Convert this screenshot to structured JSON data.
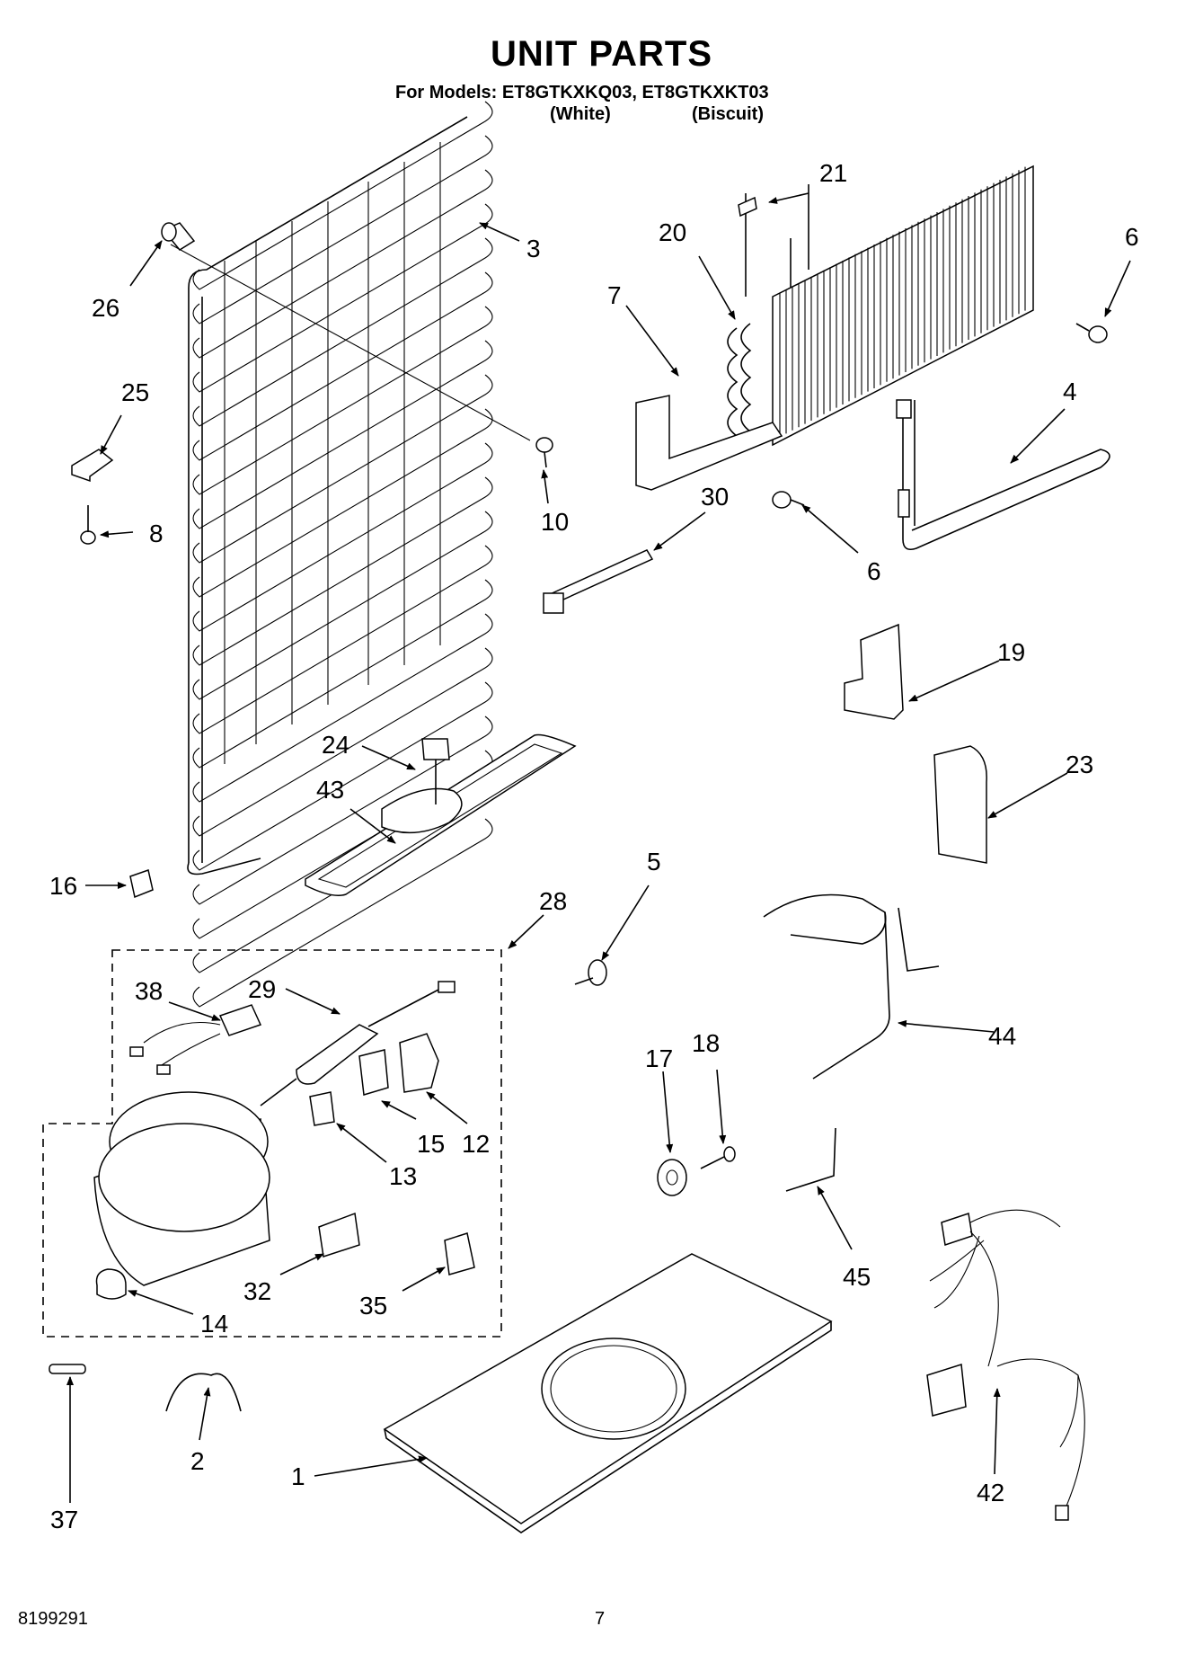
{
  "header": {
    "title": "UNIT PARTS",
    "models_line": "For Models: ET8GTKXKQ03, ET8GTKXKT03",
    "variant_1": "(White)",
    "variant_2": "(Biscuit)"
  },
  "footer": {
    "doc_number": "8199291",
    "page_number": "7"
  },
  "callouts": [
    {
      "id": "c21",
      "label": "21"
    },
    {
      "id": "c20",
      "label": "20"
    },
    {
      "id": "c6a",
      "label": "6"
    },
    {
      "id": "c3",
      "label": "3"
    },
    {
      "id": "c26",
      "label": "26"
    },
    {
      "id": "c7",
      "label": "7"
    },
    {
      "id": "c4",
      "label": "4"
    },
    {
      "id": "c25",
      "label": "25"
    },
    {
      "id": "c10",
      "label": "10"
    },
    {
      "id": "c8",
      "label": "8"
    },
    {
      "id": "c30",
      "label": "30"
    },
    {
      "id": "c6b",
      "label": "6"
    },
    {
      "id": "c19",
      "label": "19"
    },
    {
      "id": "c24",
      "label": "24"
    },
    {
      "id": "c43",
      "label": "43"
    },
    {
      "id": "c23",
      "label": "23"
    },
    {
      "id": "c16",
      "label": "16"
    },
    {
      "id": "c5",
      "label": "5"
    },
    {
      "id": "c28",
      "label": "28"
    },
    {
      "id": "c38",
      "label": "38"
    },
    {
      "id": "c29",
      "label": "29"
    },
    {
      "id": "c44",
      "label": "44"
    },
    {
      "id": "c17",
      "label": "17"
    },
    {
      "id": "c18",
      "label": "18"
    },
    {
      "id": "c15",
      "label": "15"
    },
    {
      "id": "c12",
      "label": "12"
    },
    {
      "id": "c13",
      "label": "13"
    },
    {
      "id": "c45",
      "label": "45"
    },
    {
      "id": "c32",
      "label": "32"
    },
    {
      "id": "c35",
      "label": "35"
    },
    {
      "id": "c14",
      "label": "14"
    },
    {
      "id": "c37",
      "label": "37"
    },
    {
      "id": "c2",
      "label": "2"
    },
    {
      "id": "c1",
      "label": "1"
    },
    {
      "id": "c42",
      "label": "42"
    }
  ]
}
